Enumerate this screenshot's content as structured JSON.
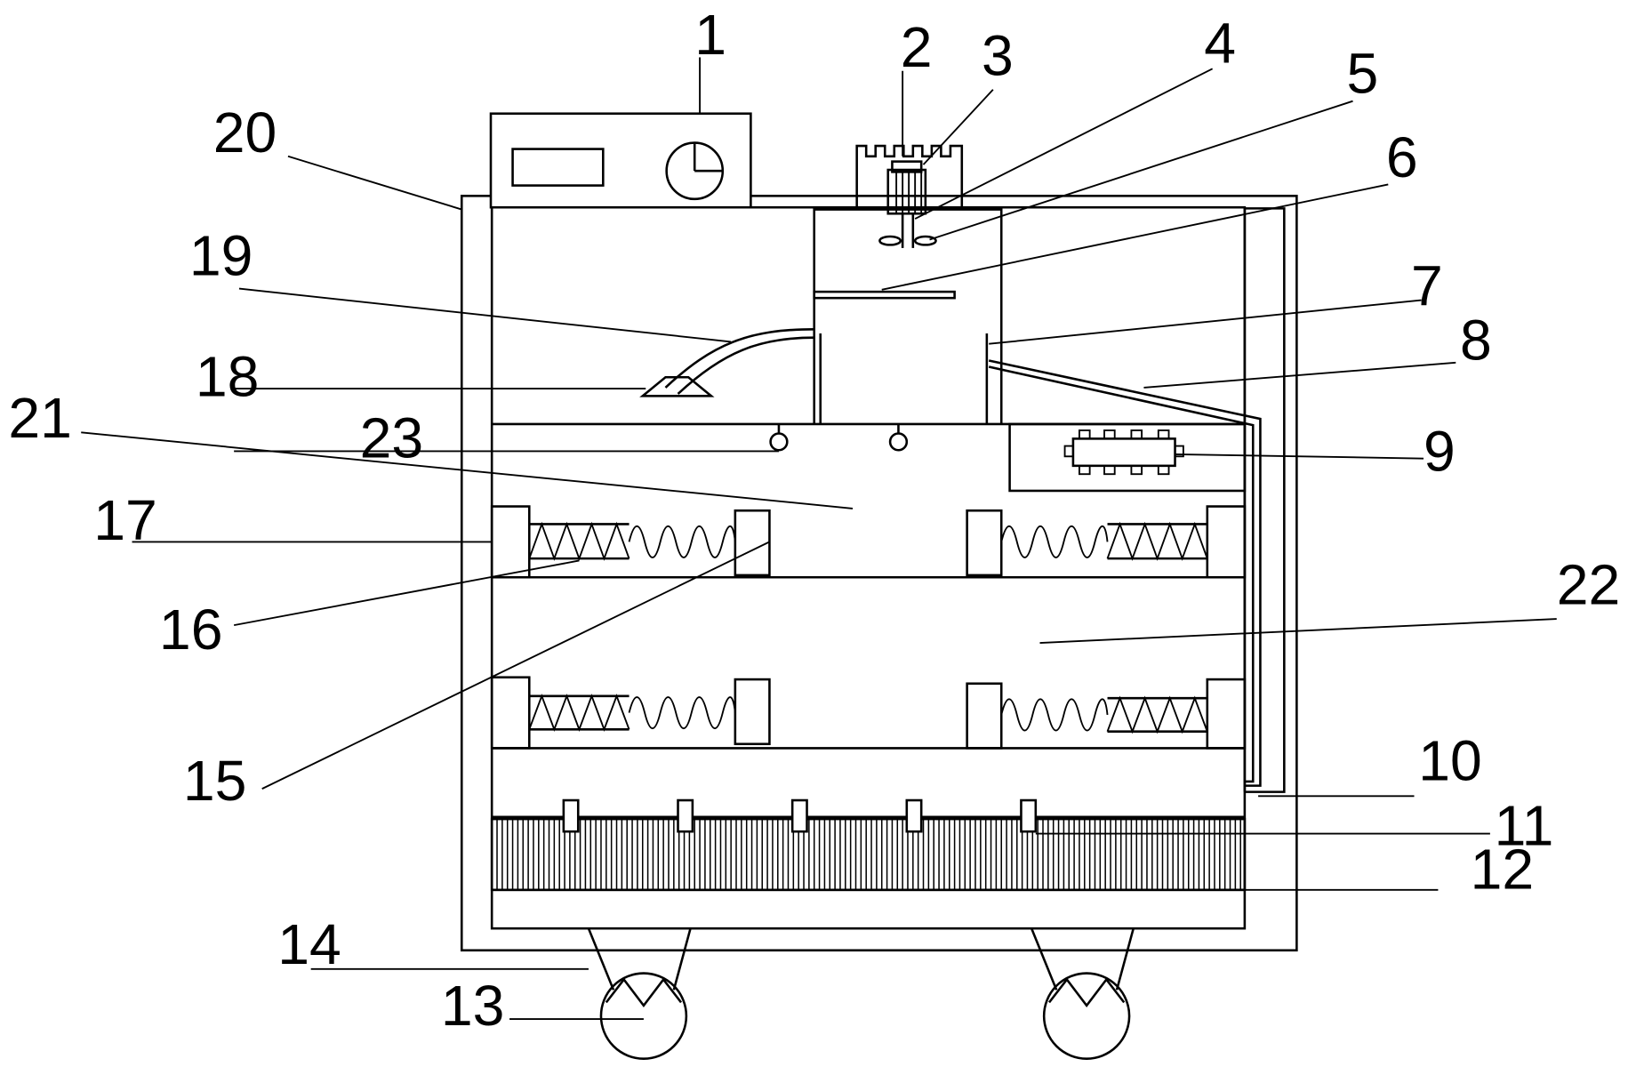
{
  "diagram": {
    "colors": {
      "stroke": "#000000",
      "background": "#ffffff"
    },
    "labels": [
      {
        "id": "1",
        "text": "1"
      },
      {
        "id": "2",
        "text": "2"
      },
      {
        "id": "3",
        "text": "3"
      },
      {
        "id": "4",
        "text": "4"
      },
      {
        "id": "5",
        "text": "5"
      },
      {
        "id": "6",
        "text": "6"
      },
      {
        "id": "7",
        "text": "7"
      },
      {
        "id": "8",
        "text": "8"
      },
      {
        "id": "9",
        "text": "9"
      },
      {
        "id": "10",
        "text": "10"
      },
      {
        "id": "11",
        "text": "11"
      },
      {
        "id": "12",
        "text": "12"
      },
      {
        "id": "13",
        "text": "13"
      },
      {
        "id": "14",
        "text": "14"
      },
      {
        "id": "15",
        "text": "15"
      },
      {
        "id": "16",
        "text": "16"
      },
      {
        "id": "17",
        "text": "17"
      },
      {
        "id": "18",
        "text": "18"
      },
      {
        "id": "19",
        "text": "19"
      },
      {
        "id": "20",
        "text": "20"
      },
      {
        "id": "21",
        "text": "21"
      },
      {
        "id": "22",
        "text": "22"
      },
      {
        "id": "23",
        "text": "23"
      }
    ]
  }
}
